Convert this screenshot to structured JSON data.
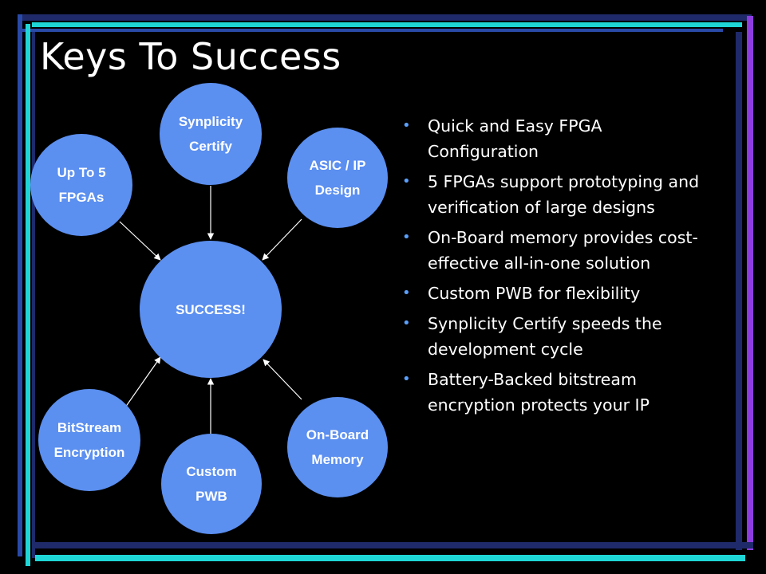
{
  "slide": {
    "title": "Keys To Success",
    "colors": {
      "background": "#000000",
      "node_fill": "#5b8ff0",
      "arrow": "#ffffff",
      "bullet": "#5aa0ff",
      "frame_cyan": "#1fd6d6",
      "frame_blue": "#2a4aa8",
      "frame_purple": "#8d3ce0",
      "frame_navy": "#1f2a6a"
    },
    "center_node": {
      "line1": "SUCCESS!",
      "line2": ""
    },
    "nodes": [
      {
        "id": "synplicity",
        "line1": "Synplicity",
        "line2": "Certify"
      },
      {
        "id": "asic",
        "line1": "ASIC / IP",
        "line2": "Design"
      },
      {
        "id": "fpgas",
        "line1": "Up To 5",
        "line2": "FPGAs"
      },
      {
        "id": "bitstream",
        "line1": "BitStream",
        "line2": "Encryption"
      },
      {
        "id": "pwb",
        "line1": "Custom",
        "line2": "PWB"
      },
      {
        "id": "memory",
        "line1": "On-Board",
        "line2": "Memory"
      }
    ],
    "bullet_icon": "bullet-dot",
    "bullets": [
      "Quick and Easy FPGA Configuration",
      "5 FPGAs support prototyping and verification of large designs",
      "On-Board memory provides cost-effective all-in-one solution",
      "Custom PWB for flexibility",
      "Synplicity Certify speeds the development cycle",
      "Battery-Backed bitstream encryption protects your IP"
    ]
  }
}
